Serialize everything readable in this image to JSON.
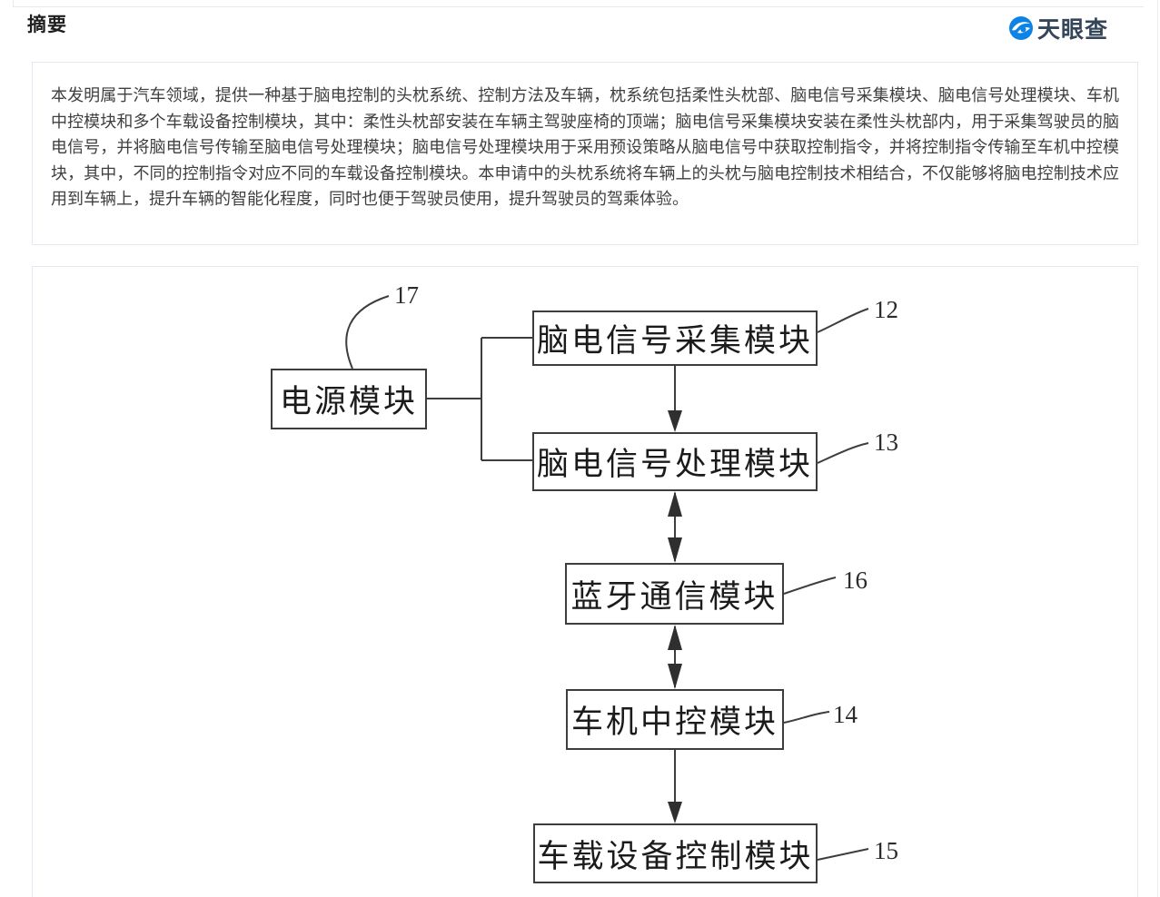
{
  "header": {
    "title": "摘要",
    "logo": {
      "text": "天眼查",
      "icon": "tianyancha-eye-icon",
      "icon_color": "#0d83e6",
      "text_color": "#35465a"
    }
  },
  "abstract": {
    "text": "本发明属于汽车领域，提供一种基于脑电控制的头枕系统、控制方法及车辆，枕系统包括柔性头枕部、脑电信号采集模块、脑电信号处理模块、车机中控模块和多个车载设备控制模块，其中：柔性头枕部安装在车辆主驾驶座椅的顶端；脑电信号采集模块安装在柔性头枕部内，用于采集驾驶员的脑电信号，并将脑电信号传输至脑电信号处理模块；脑电信号处理模块用于采用预设策略从脑电信号中获取控制指令，并将控制指令传输至车机中控模块，其中，不同的控制指令对应不同的车载设备控制模块。本申请中的头枕系统将车辆上的头枕与脑电控制技术相结合，不仅能够将脑电控制技术应用到车辆上，提升车辆的智能化程度，同时也便于驾驶员使用，提升驾驶员的驾乘体验。"
  },
  "figure": {
    "type": "patent-block-diagram",
    "stroke_color": "#3d3d3d",
    "card_border_color": "#e3e9f1",
    "boxes": [
      {
        "label": "电源模块",
        "ref": "17"
      },
      {
        "label": "脑电信号采集模块",
        "ref": "12"
      },
      {
        "label": "脑电信号处理模块",
        "ref": "13"
      },
      {
        "label": "蓝牙通信模块",
        "ref": "16"
      },
      {
        "label": "车机中控模块",
        "ref": "14"
      },
      {
        "label": "车载设备控制模块",
        "ref": "15"
      }
    ],
    "connections": [
      {
        "from": "电源模块",
        "to": "脑电信号采集模块",
        "style": "plain"
      },
      {
        "from": "电源模块",
        "to": "脑电信号处理模块",
        "style": "plain"
      },
      {
        "from": "脑电信号采集模块",
        "to": "脑电信号处理模块",
        "style": "arrow-down"
      },
      {
        "from": "脑电信号处理模块",
        "to": "蓝牙通信模块",
        "style": "arrow-both"
      },
      {
        "from": "蓝牙通信模块",
        "to": "车机中控模块",
        "style": "arrow-both"
      },
      {
        "from": "车机中控模块",
        "to": "车载设备控制模块",
        "style": "arrow-down"
      }
    ]
  }
}
